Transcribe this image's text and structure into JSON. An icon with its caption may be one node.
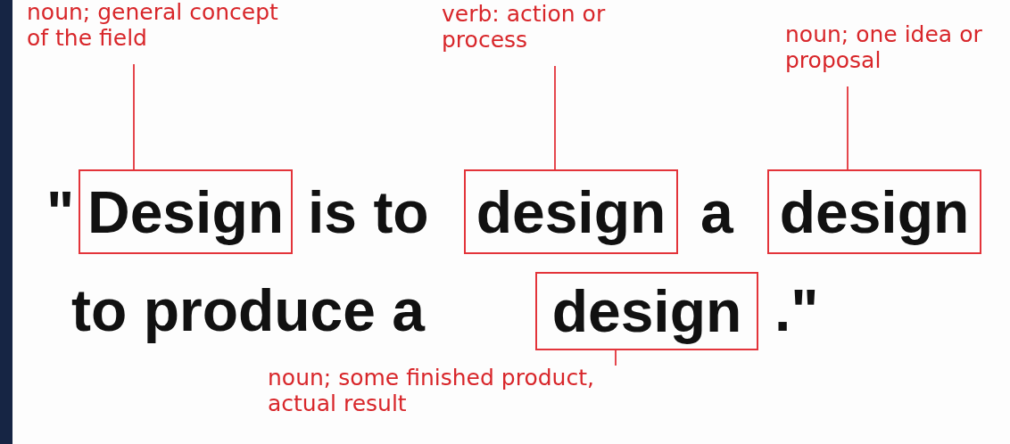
{
  "diagram": {
    "nodes": [
      {
        "text": [
          "noun; general concept of the field"
        ]
      },
      {
        "text": [
          "verb: action or process"
        ]
      },
      {
        "text": [
          "noun; one idea or proposal"
        ]
      },
      {
        "text": [
          "Design"
        ]
      },
      {
        "text": [
          "design"
        ]
      },
      {
        "text": [
          "design"
        ]
      },
      {
        "text": [
          "design"
        ]
      },
      {
        "text": [
          "noun; some finished product, actual result"
        ]
      }
    ],
    "edges": [
      {
        "from": 0,
        "to": 3,
        "arrow": "none"
      },
      {
        "from": 1,
        "to": 4,
        "arrow": "none"
      },
      {
        "from": 2,
        "to": 5,
        "arrow": "none"
      },
      {
        "from": 7,
        "to": 6,
        "arrow": "none"
      }
    ],
    "labels": [
      "\"",
      "is to",
      "a",
      "to produce a",
      ".\""
    ]
  }
}
